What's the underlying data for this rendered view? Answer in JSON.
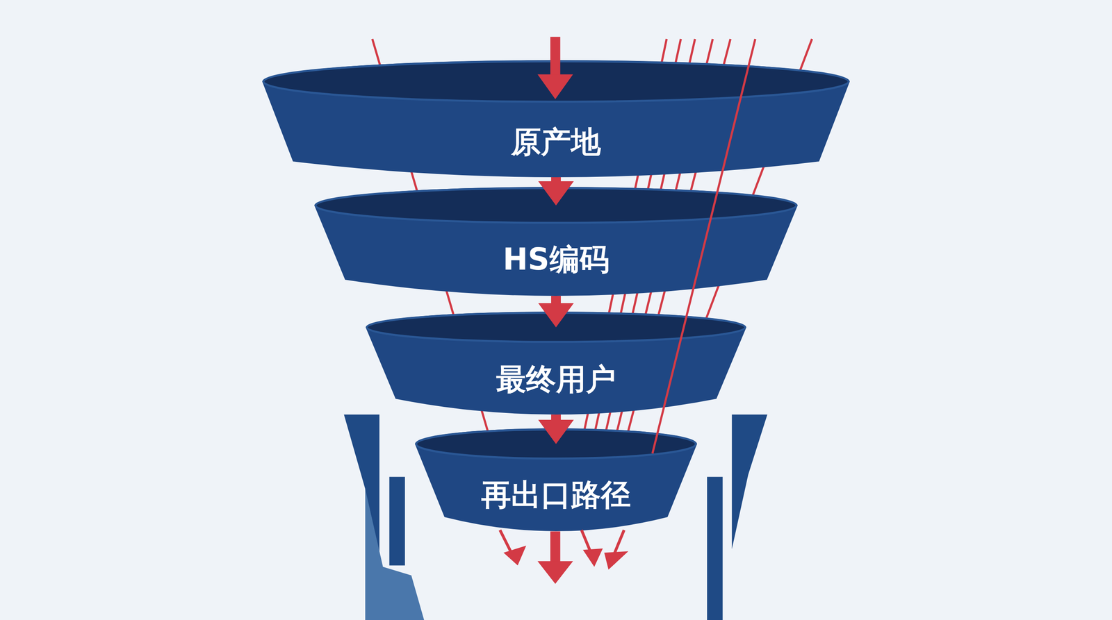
{
  "diagram": {
    "nodes": [
      {
        "text": [
          "原产地"
        ]
      },
      {
        "text": [
          "HS编码"
        ]
      },
      {
        "text": [
          "最终用户"
        ]
      },
      {
        "text": [
          "再出口路径"
        ]
      }
    ],
    "edges": [
      {
        "from": 0,
        "to": 1,
        "arrow": "to"
      },
      {
        "from": 1,
        "to": 2,
        "arrow": "to"
      },
      {
        "from": 2,
        "to": 3,
        "arrow": "to"
      }
    ]
  }
}
